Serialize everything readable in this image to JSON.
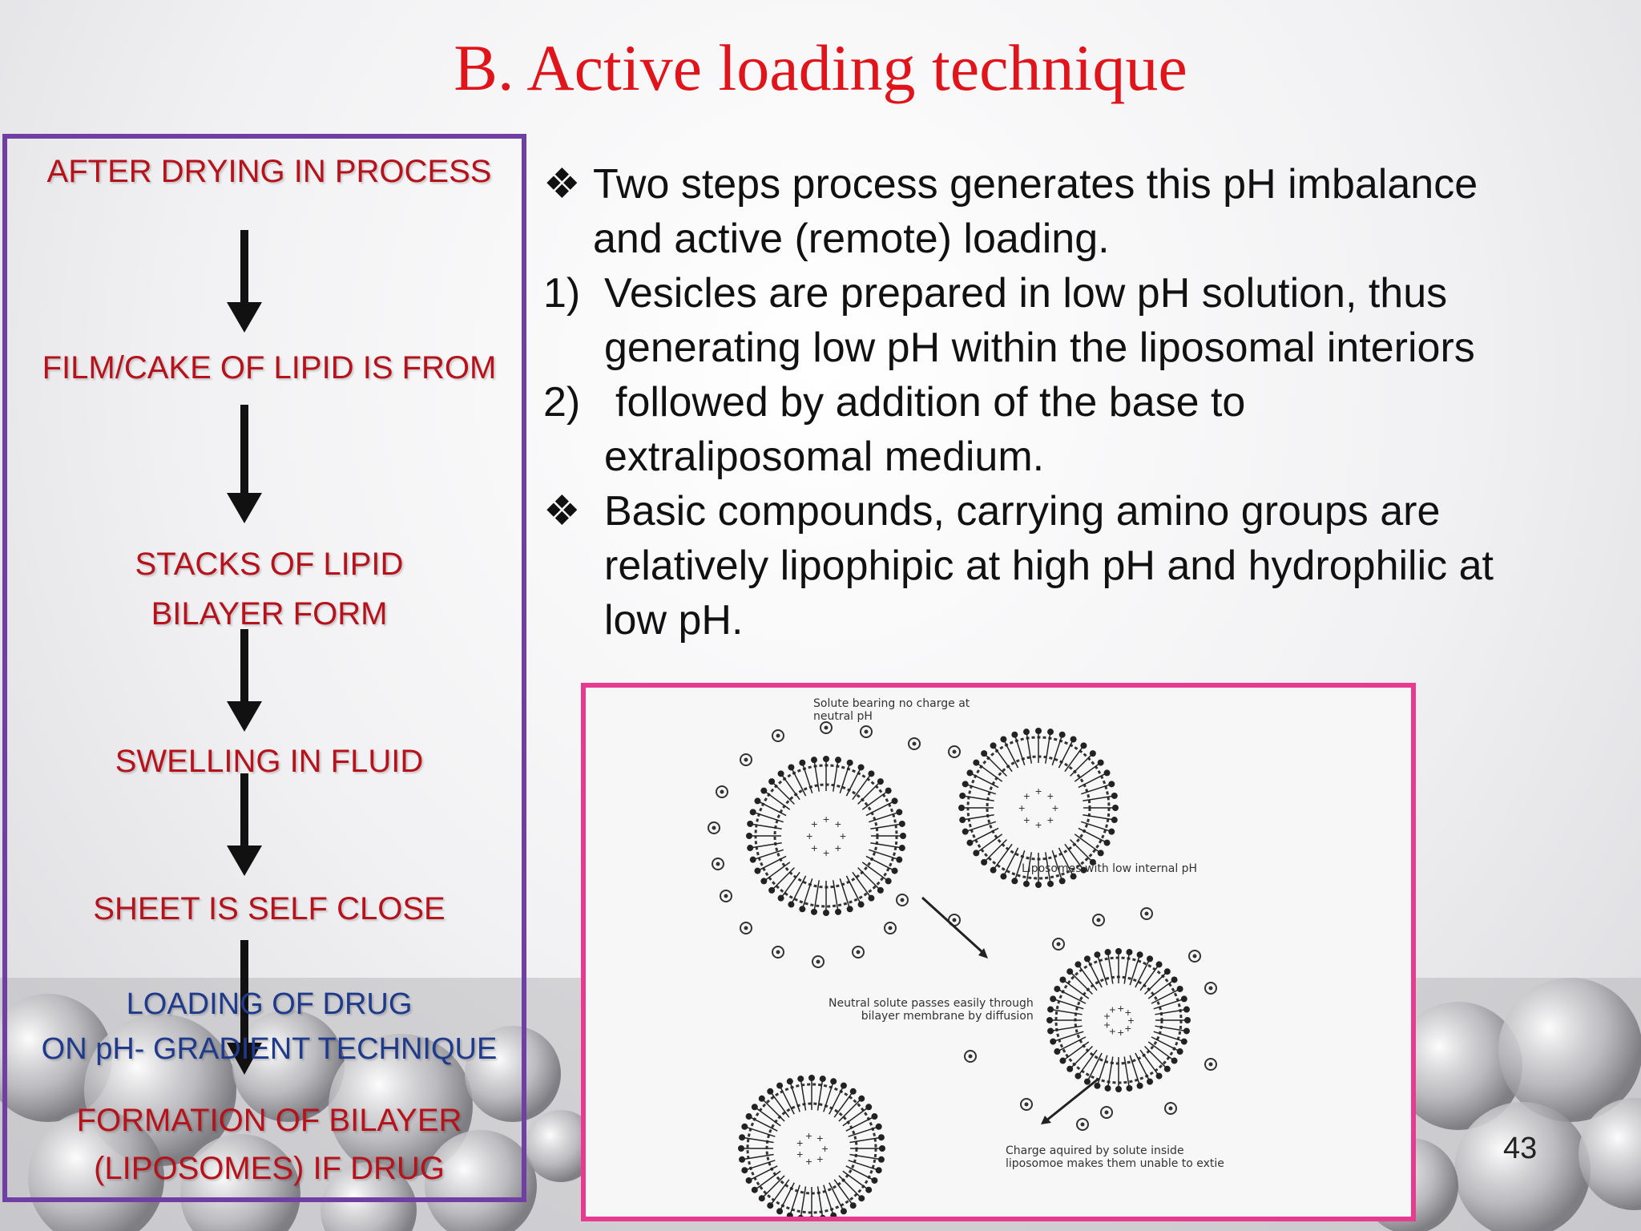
{
  "title": "B. Active loading technique",
  "flowchart": {
    "steps": [
      "AFTER DRYING IN PROCESS",
      "FILM/CAKE OF LIPID IS FROM",
      "STACKS OF LIPID",
      "BILAYER FORM",
      "SWELLING IN FLUID",
      "SHEET IS SELF CLOSE",
      "LOADING  OF DRUG",
      "ON pH- GRADIENT TECHNIQUE",
      "FORMATION OF BILAYER",
      "(LIPOSOMES)  IF DRUG"
    ]
  },
  "content": {
    "b1_marker": "❖",
    "b1_l1": "Two steps process generates this pH imbalance",
    "b1_l2": "and active (remote) loading.",
    "n1_marker": "1)",
    "n1_l1": "Vesicles are prepared in low pH solution, thus",
    "n1_l2": "generating low pH within the liposomal interiors",
    "n2_marker": "2)",
    "n2_l1": "followed by addition of the base to",
    "n2_l2": "extraliposomal medium.",
    "b2_marker": "❖",
    "b2_l1": "Basic compounds, carrying amino groups are",
    "b2_l2": "relatively lipophipic at high pH and hydrophilic  at",
    "b2_l3": "low pH."
  },
  "diagram": {
    "label_solute": "Solute bearing no charge at\nneutral pH",
    "label_low_ph": "Liposomes with low internal pH",
    "label_neutral": "Neutral solute passes easily through\nbilayer membrane by diffusion",
    "label_charge": "Charge aquired by solute inside\nliposomoe makes them unable to extie"
  },
  "page_number": "43",
  "colors": {
    "title": "#e0151b",
    "step_red": "#b5121b",
    "step_blue": "#1f3a8a",
    "box_border": "#6f3fa4",
    "figure_border": "#e63b8e"
  }
}
